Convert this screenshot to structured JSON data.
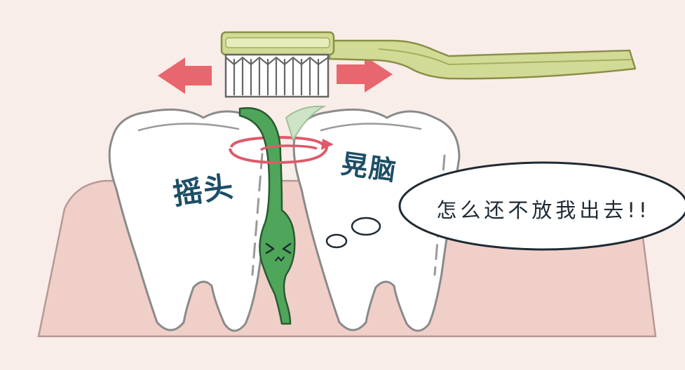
{
  "labels": {
    "left_text": "摇头",
    "right_text": "晃脑",
    "speech": "怎么还不放我出去!!"
  },
  "colors": {
    "background": "#f9ede9",
    "gum": "#f1cfc9",
    "tooth": "#ffffff",
    "outline": "#8a8a8a",
    "arrow": "#e8666d",
    "swirl": "#df5a6a",
    "brush_handle": "#d2db95",
    "brush_outline": "#8a8f48",
    "germ": "#4fa65a",
    "germ_outline": "#2a5a32",
    "label": "#1d4e66"
  },
  "icons": {
    "left_arrow": "arrow-left-icon",
    "right_arrow": "arrow-right-icon",
    "toothbrush": "toothbrush-icon",
    "germ": "germ-icon",
    "rotation": "rotation-icon"
  }
}
